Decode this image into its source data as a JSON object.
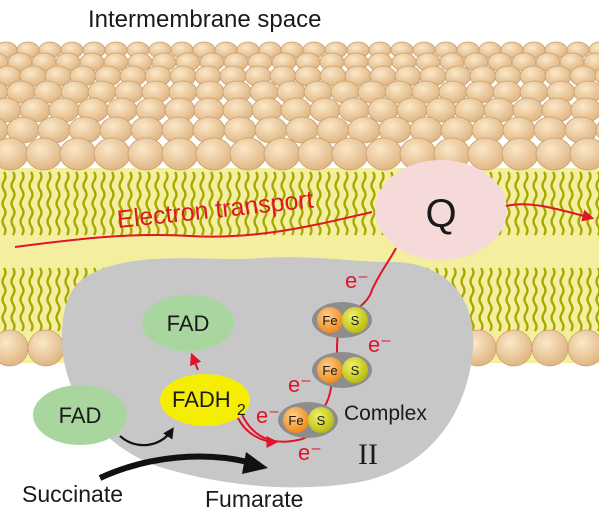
{
  "labels": {
    "intermembrane_space": "Intermembrane space",
    "electron_transport": "Electron transport",
    "quinone": "Q",
    "fad_product": "FAD",
    "fad_substrate": "FAD",
    "fadh2_main": "FADH",
    "fadh2_subscript": "2",
    "complex": "Complex",
    "complex_numeral": "II",
    "succinate": "Succinate",
    "fumarate": "Fumarate",
    "electron": "e⁻",
    "iron": "Fe",
    "sulfur": "S"
  },
  "colors": {
    "membrane_band": "#f4ef9e",
    "lipid_head": "#efcf9e",
    "lipid_head_edge": "#c8a070",
    "lipid_tail": "#a8a800",
    "complex_body": "#c7c7c7",
    "quinone_fill": "#f6dada",
    "electron_path": "#e0142a",
    "fad_fill": "#a9d69e",
    "fadh2_fill": "#f6ee00",
    "fe_fill": "#f39c2c",
    "s_fill": "#cfd22a",
    "cluster_bg": "#8d8d8d",
    "reaction_arrow": "#111111"
  }
}
